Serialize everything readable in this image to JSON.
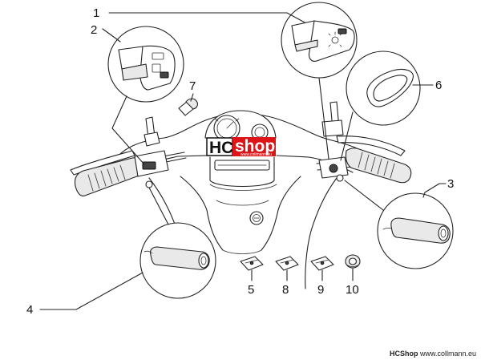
{
  "callouts": [
    {
      "id": "1",
      "label": "1"
    },
    {
      "id": "2",
      "label": "2"
    },
    {
      "id": "3",
      "label": "3"
    },
    {
      "id": "4",
      "label": "4"
    },
    {
      "id": "5",
      "label": "5"
    },
    {
      "id": "6",
      "label": "6"
    },
    {
      "id": "7",
      "label": "7"
    },
    {
      "id": "8",
      "label": "8"
    },
    {
      "id": "9",
      "label": "9"
    },
    {
      "id": "10",
      "label": "10"
    }
  ],
  "watermark": {
    "brand_left": "HC",
    "brand_right": "shop",
    "brand_small": "www.collmann.eu"
  },
  "footer": {
    "brand": "HCShop",
    "url": "www.collmann.eu"
  },
  "colors": {
    "watermark_red": "#dd1418",
    "line": "#222222"
  }
}
